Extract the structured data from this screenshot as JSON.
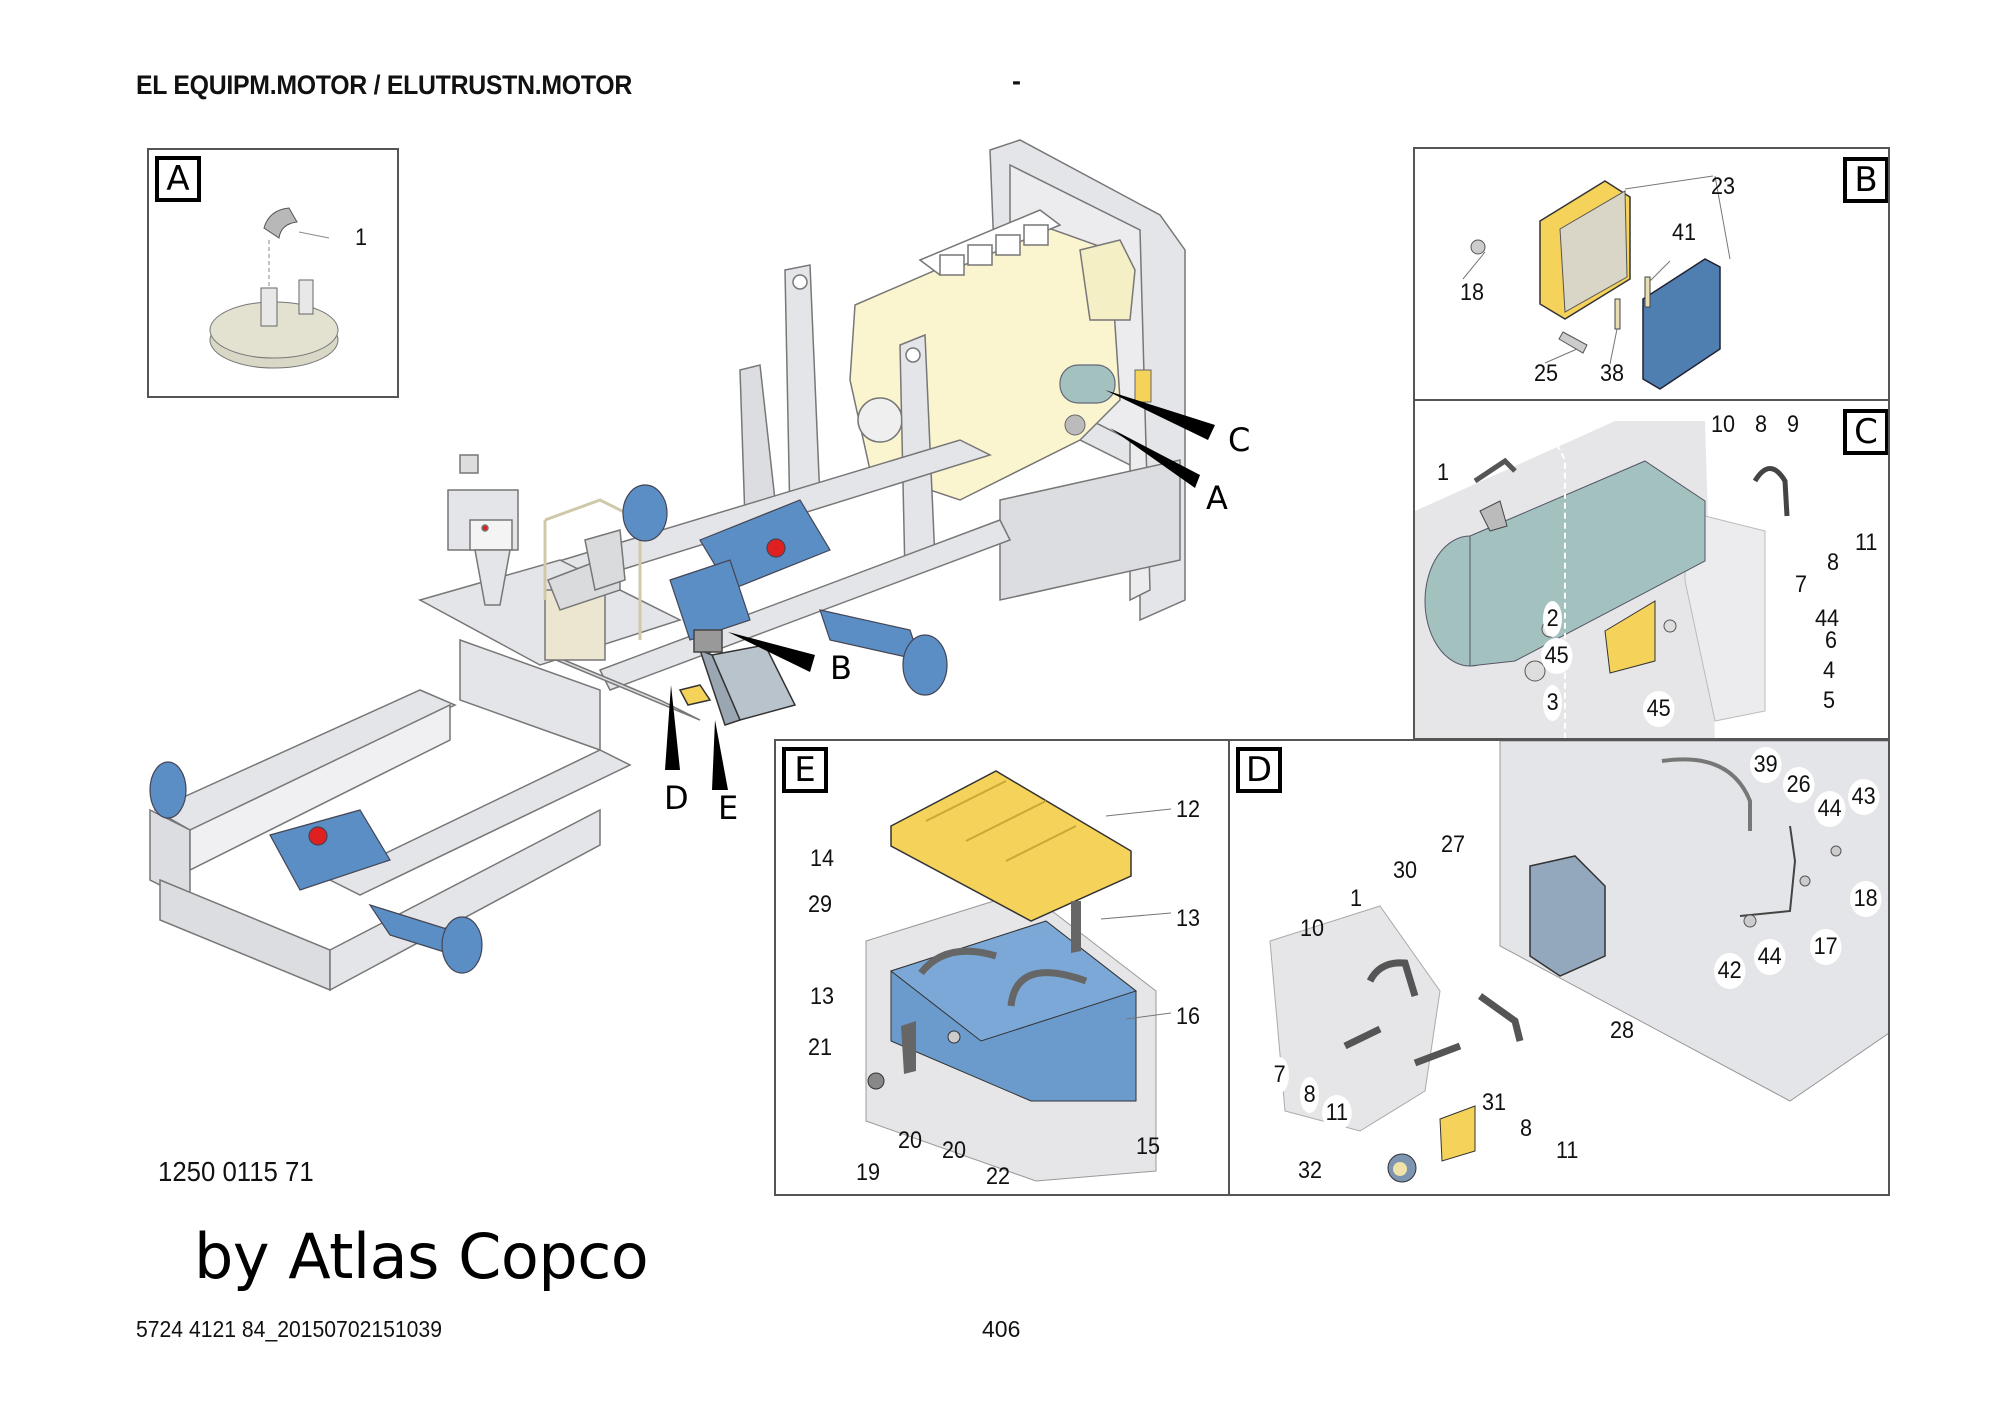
{
  "header": {
    "title": "EL EQUIPM.MOTOR / ELUTRUSTN.MOTOR",
    "separator": "-"
  },
  "colors": {
    "yellow_part": "#f5d35a",
    "blue_part": "#5b8ec4",
    "teal_part": "#a3c2bf",
    "engine_cream": "#fbf5cf",
    "frame_gray": "#e4e5e8",
    "red_cap": "#e02020"
  },
  "main_view": {
    "callouts": [
      "A",
      "B",
      "C",
      "D",
      "E"
    ]
  },
  "panels": {
    "A": {
      "tag": "A",
      "labels": [
        "1"
      ]
    },
    "B": {
      "tag": "B",
      "labels": [
        "23",
        "41",
        "18",
        "25",
        "38"
      ]
    },
    "C": {
      "tag": "C",
      "labels": [
        "10",
        "8",
        "9",
        "1",
        "11",
        "8",
        "7",
        "2",
        "44",
        "6",
        "45",
        "4",
        "3",
        "5",
        "45"
      ]
    },
    "D": {
      "tag": "D",
      "labels": [
        "39",
        "26",
        "43",
        "44",
        "27",
        "30",
        "18",
        "1",
        "10",
        "17",
        "44",
        "42",
        "28",
        "7",
        "8",
        "11",
        "31",
        "8",
        "11",
        "32"
      ]
    },
    "E": {
      "tag": "E",
      "labels": [
        "12",
        "14",
        "29",
        "13",
        "13",
        "16",
        "21",
        "20",
        "20",
        "19",
        "22",
        "15"
      ]
    }
  },
  "footer": {
    "drawing_number": "1250 0115 71",
    "brand": "by Atlas Copco",
    "doc_id": "5724 4121 84_20150702151039",
    "page": "406"
  }
}
